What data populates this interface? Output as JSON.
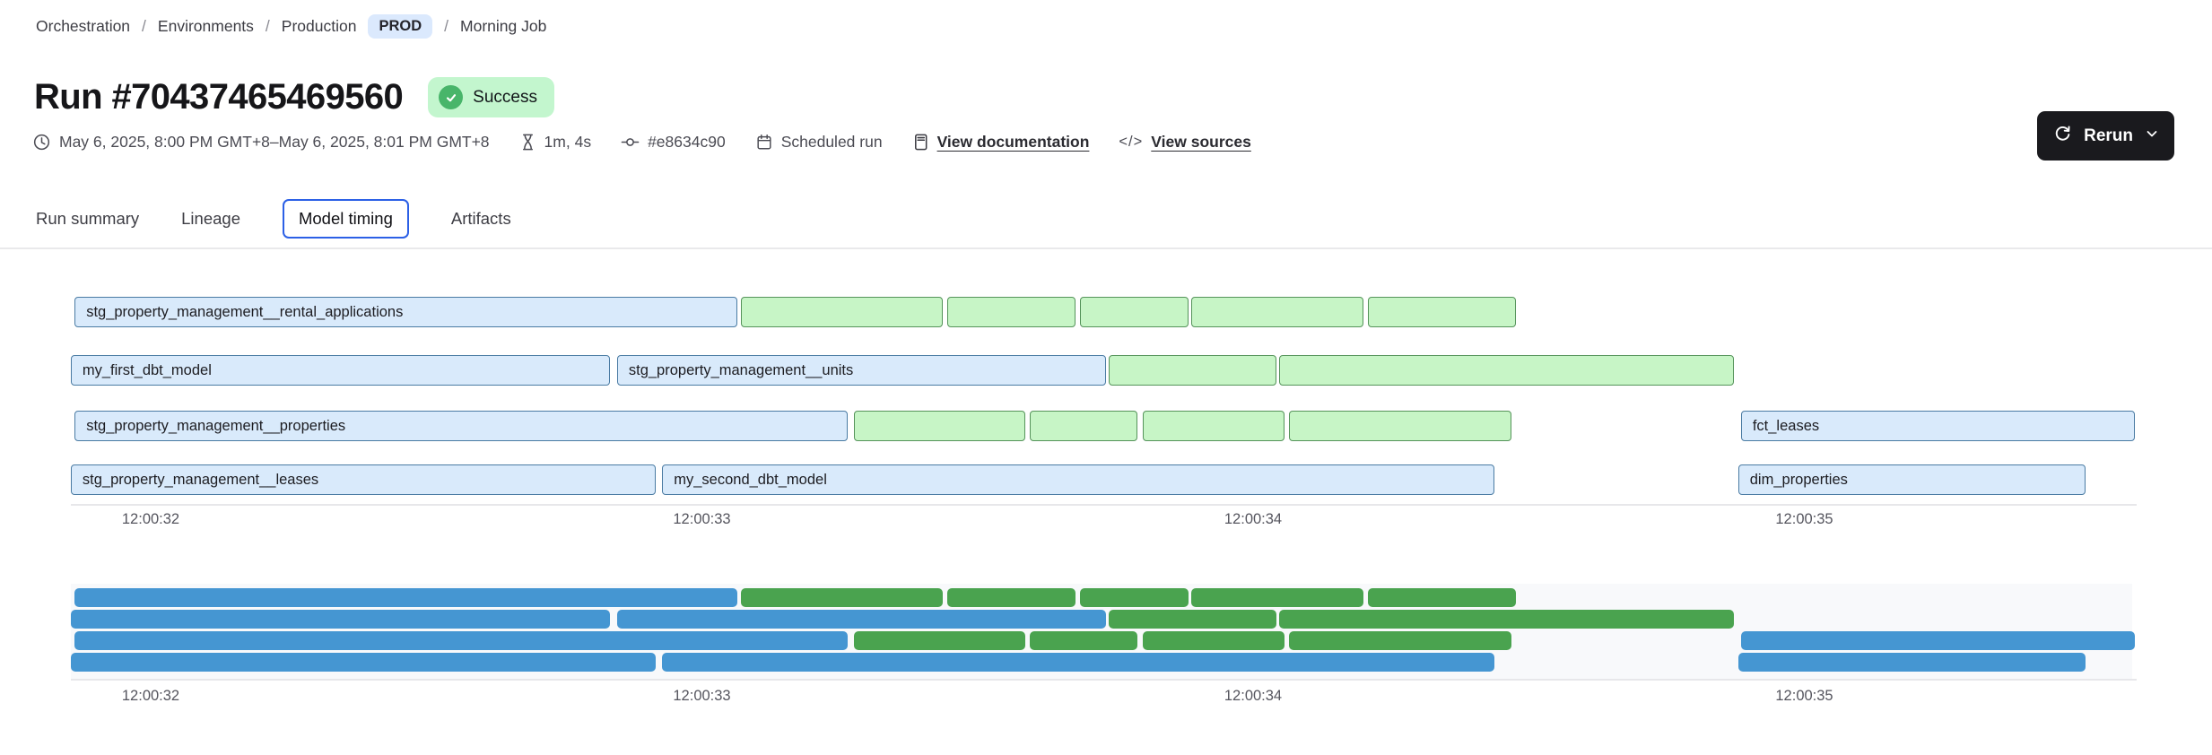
{
  "breadcrumb": {
    "separator": "/",
    "items": [
      "Orchestration",
      "Environments",
      "Production"
    ],
    "env_badge": "PROD",
    "current": "Morning Job"
  },
  "header": {
    "title": "Run #70437465469560",
    "status": "Success"
  },
  "meta": {
    "time_range": "May 6, 2025, 8:00 PM GMT+8–May 6, 2025, 8:01 PM GMT+8",
    "duration": "1m, 4s",
    "commit": "#e8634c90",
    "trigger": "Scheduled run",
    "documentation_link": "View documentation",
    "sources_link": "View sources",
    "code_glyph": "</>"
  },
  "actions": {
    "rerun": "Rerun"
  },
  "tabs": [
    {
      "label": "Run summary",
      "active": false
    },
    {
      "label": "Lineage",
      "active": false
    },
    {
      "label": "Model timing",
      "active": true
    },
    {
      "label": "Artifacts",
      "active": false
    }
  ],
  "colors": {
    "model_bar_fill": "#d9eafb",
    "model_bar_border": "#4a7ba3",
    "task_bar_fill": "#c7f5c6",
    "task_bar_border": "#55935a",
    "mini_model_bar": "#4596d2",
    "mini_task_bar": "#4aa34f",
    "success_badge_bg": "#c3f6ce",
    "success_icon": "#48b56a",
    "env_badge_bg": "#dbe9fd",
    "active_tab_ring": "#2c60e6",
    "rerun_button_bg": "#1a1a1e"
  },
  "chart_data": {
    "type": "gantt",
    "title": "Model timing",
    "x_axis": {
      "tick_labels": [
        "12:00:32",
        "12:00:33",
        "12:00:34",
        "12:00:35"
      ],
      "tick_times_s": [
        32,
        33,
        34,
        35
      ]
    },
    "rows": [
      {
        "bars": [
          {
            "label": "stg_property_management__rental_applications",
            "kind": "model",
            "start": 31.862,
            "end": 33.064
          },
          {
            "kind": "task",
            "start": 33.071,
            "end": 33.437
          },
          {
            "kind": "task",
            "start": 33.445,
            "end": 33.678
          },
          {
            "kind": "task",
            "start": 33.686,
            "end": 33.883
          },
          {
            "kind": "task",
            "start": 33.888,
            "end": 34.2
          },
          {
            "kind": "task",
            "start": 34.208,
            "end": 34.477
          }
        ]
      },
      {
        "bars": [
          {
            "label": "my_first_dbt_model",
            "kind": "model",
            "start": 31.855,
            "end": 32.833
          },
          {
            "label": "stg_property_management__units",
            "kind": "model",
            "start": 32.846,
            "end": 33.733
          },
          {
            "kind": "task",
            "start": 33.738,
            "end": 34.042
          },
          {
            "kind": "task",
            "start": 34.047,
            "end": 34.872
          }
        ]
      },
      {
        "bars": [
          {
            "label": "stg_property_management__properties",
            "kind": "model",
            "start": 31.862,
            "end": 33.264
          },
          {
            "kind": "task",
            "start": 33.276,
            "end": 33.587
          },
          {
            "kind": "task",
            "start": 33.595,
            "end": 33.79
          },
          {
            "kind": "task",
            "start": 33.8,
            "end": 34.057
          },
          {
            "kind": "task",
            "start": 34.065,
            "end": 34.469
          },
          {
            "label": "fct_leases",
            "kind": "model",
            "start": 34.885,
            "end": 35.6
          }
        ]
      },
      {
        "bars": [
          {
            "label": "stg_property_management__leases",
            "kind": "model",
            "start": 31.855,
            "end": 32.916
          },
          {
            "label": "my_second_dbt_model",
            "kind": "model",
            "start": 32.928,
            "end": 34.438
          },
          {
            "label": "dim_properties",
            "kind": "model",
            "start": 34.88,
            "end": 35.51
          }
        ]
      }
    ]
  }
}
